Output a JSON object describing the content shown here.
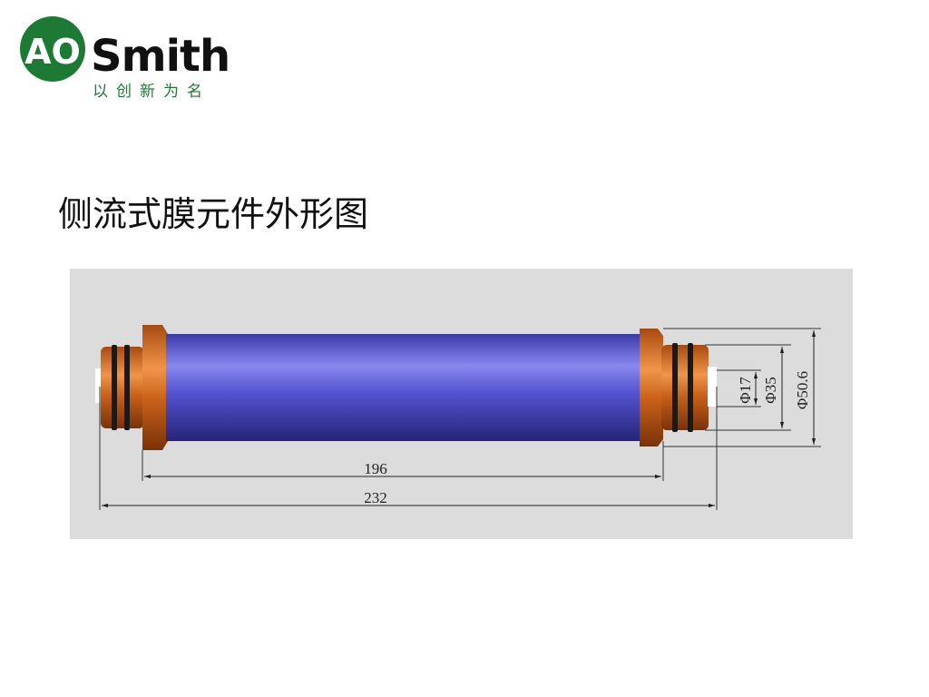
{
  "logo": {
    "brand_prefix": "AO",
    "brand_name": "Smith",
    "slogan": "以创新为名",
    "brand_color": "#1d7a34"
  },
  "title": "侧流式膜元件外形图",
  "figure": {
    "panel_color": "#dcdcdc",
    "tube_color": "#4b48c8",
    "endcap_color": "#c8601a",
    "dimensions": {
      "inner_length": "196",
      "total_length": "232",
      "dia_inner": "Φ17",
      "dia_mid": "Φ35",
      "dia_outer": "Φ50.6"
    }
  }
}
